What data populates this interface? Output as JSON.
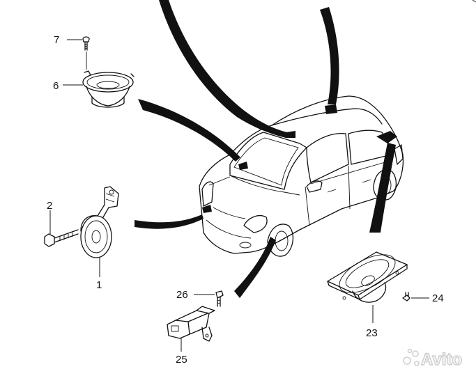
{
  "diagram": {
    "callouts": [
      {
        "id": "7",
        "label": "7"
      },
      {
        "id": "6",
        "label": "6"
      },
      {
        "id": "2",
        "label": "2"
      },
      {
        "id": "1",
        "label": "1"
      },
      {
        "id": "26",
        "label": "26"
      },
      {
        "id": "25",
        "label": "25"
      },
      {
        "id": "24",
        "label": "24"
      },
      {
        "id": "23",
        "label": "23"
      }
    ],
    "parts": [
      {
        "callout": "7",
        "icon": "screw-icon"
      },
      {
        "callout": "6",
        "icon": "round-speaker-icon"
      },
      {
        "callout": "2",
        "icon": "bolt-icon"
      },
      {
        "callout": "1",
        "icon": "horn-icon"
      },
      {
        "callout": "26",
        "icon": "screw-icon"
      },
      {
        "callout": "25",
        "icon": "module-icon"
      },
      {
        "callout": "24",
        "icon": "screw-icon"
      },
      {
        "callout": "23",
        "icon": "oval-speaker-icon"
      }
    ],
    "vehicle_icon": "hatchback-car-icon"
  },
  "watermark": {
    "text": "Avito",
    "icon": "avito-logo-icon",
    "color": "#d0d0d0"
  },
  "colors": {
    "ink": "#111111",
    "background": "#ffffff"
  }
}
